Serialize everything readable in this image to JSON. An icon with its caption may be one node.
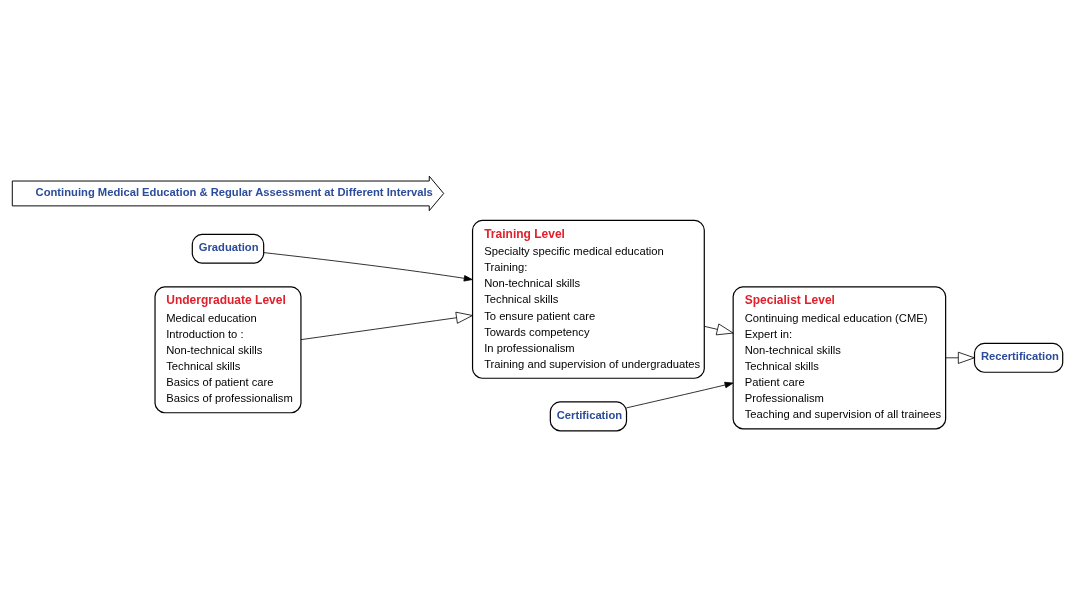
{
  "diagram": {
    "nodes": [
      {
        "text": [
          "Graduation"
        ]
      },
      {
        "text": [
          "Certification"
        ]
      },
      {
        "text": [
          "Undergraduate Level",
          "Medical education",
          "Introduction to :",
          "Non-technical skills",
          "Technical skills",
          "Basics of patient care",
          "Basics of professionalism"
        ]
      },
      {
        "text": [
          "Training Level",
          "Specialty specific medical education",
          "Training:",
          "Non-technical skills",
          "Technical skills",
          "To ensure patient care",
          "Towards competency",
          "In professionalism",
          "Training and supervision of undergraduates"
        ]
      },
      {
        "text": [
          "Specialist Level",
          "Continuing medical education (CME)",
          "Expert in:",
          "Non-technical skills",
          "Technical skills",
          "Patient care",
          "Professionalism",
          "Teaching and supervision of all trainees"
        ]
      },
      {
        "text": [
          "Recertification"
        ]
      },
      {
        "text": [
          "Continuing Medical Education & Regular Assessment at Different Intervals"
        ]
      }
    ],
    "edges": [
      {
        "from": 0,
        "to": 3,
        "arrow": "to"
      },
      {
        "from": 1,
        "to": 4,
        "arrow": "to"
      },
      {
        "from": 2,
        "to": 3,
        "arrow": "to"
      },
      {
        "from": 3,
        "to": 4,
        "arrow": "to"
      },
      {
        "from": 4,
        "to": 5,
        "arrow": "to"
      }
    ]
  }
}
